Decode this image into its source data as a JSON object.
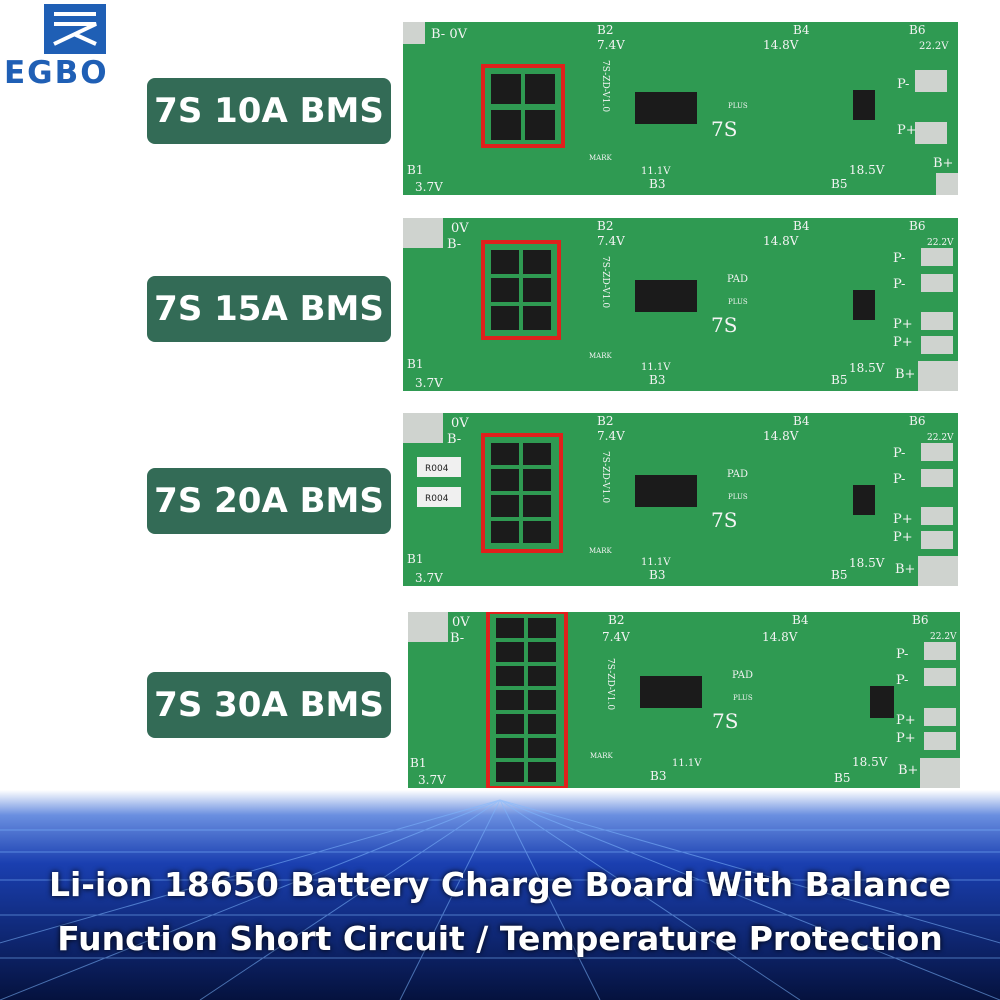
{
  "brand": {
    "name": "EGBO",
    "color": "#1f5fb5"
  },
  "products": [
    {
      "label": "7S 10A BMS"
    },
    {
      "label": "7S 15A BMS"
    },
    {
      "label": "7S 20A BMS"
    },
    {
      "label": "7S 30A BMS"
    }
  ],
  "board_text": {
    "b0": "B- 0V",
    "zero_v": "0V",
    "b_minus": "B-",
    "b2": "B2",
    "v74": "7.4V",
    "b4": "B4",
    "v148": "14.8V",
    "b6": "B6",
    "v222": "22.2V",
    "b1": "B1",
    "v37": "3.7V",
    "b3": "B3",
    "v111": "11.1V",
    "b5": "B5",
    "v185": "18.5V",
    "p_minus": "P-",
    "p_plus": "P+",
    "b_plus": "B+",
    "cells": "7S",
    "plus": "PLUS",
    "pad": "PAD",
    "mark": "MARK",
    "ver": "7S-ZD-V1.0",
    "res": "R004"
  },
  "caption": {
    "line1": "Li-ion 18650 Battery Charge Board With Balance",
    "line2": "Function Short Circuit / Temperature Protection"
  },
  "colors": {
    "pcb": "#2f9a52",
    "label_bg": "#336b56",
    "highlight": "#e0201c",
    "background_blue": "#0a2a8a"
  }
}
